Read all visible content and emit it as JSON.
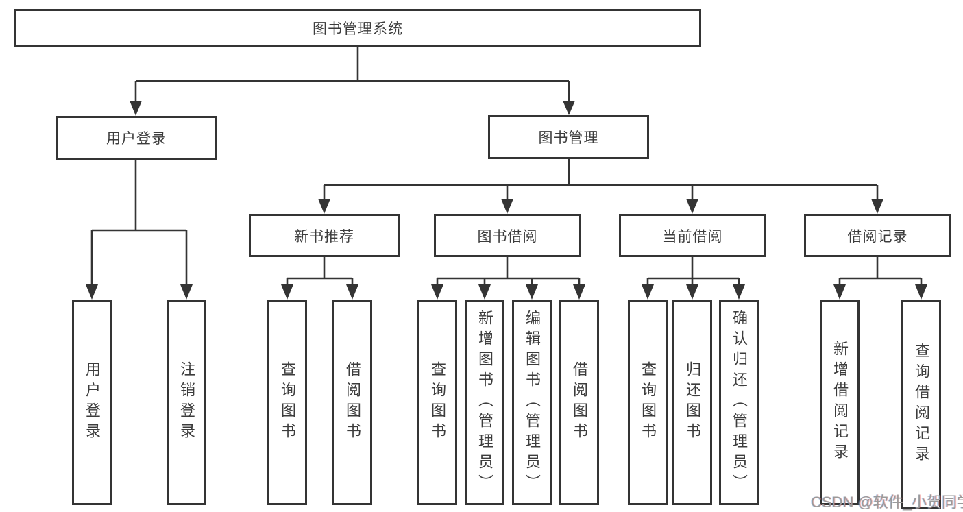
{
  "tree": {
    "label": "图书管理系统",
    "children": [
      {
        "label": "用户登录",
        "children": [
          {
            "label": "用户登录"
          },
          {
            "label": "注销登录"
          }
        ]
      },
      {
        "label": "图书管理",
        "children": [
          {
            "label": "新书推荐",
            "children": [
              {
                "label": "查询图书"
              },
              {
                "label": "借阅图书"
              }
            ]
          },
          {
            "label": "图书借阅",
            "children": [
              {
                "label": "查询图书"
              },
              {
                "label": "新增图书（管理员）"
              },
              {
                "label": "编辑图书（管理员）"
              },
              {
                "label": "借阅图书"
              }
            ]
          },
          {
            "label": "当前借阅",
            "children": [
              {
                "label": "查询图书"
              },
              {
                "label": "归还图书"
              },
              {
                "label": "确认归还（管理员）"
              }
            ]
          },
          {
            "label": "借阅记录",
            "children": [
              {
                "label": "新增借阅记录"
              },
              {
                "label": "查询借阅记录"
              }
            ]
          }
        ]
      }
    ]
  },
  "watermark": {
    "text": "CSDN @软件_小贺同学"
  },
  "colors": {
    "line": "#343434",
    "text": "#3c3c3c",
    "watermark": "#9a9a9a",
    "background": "#ffffff"
  }
}
